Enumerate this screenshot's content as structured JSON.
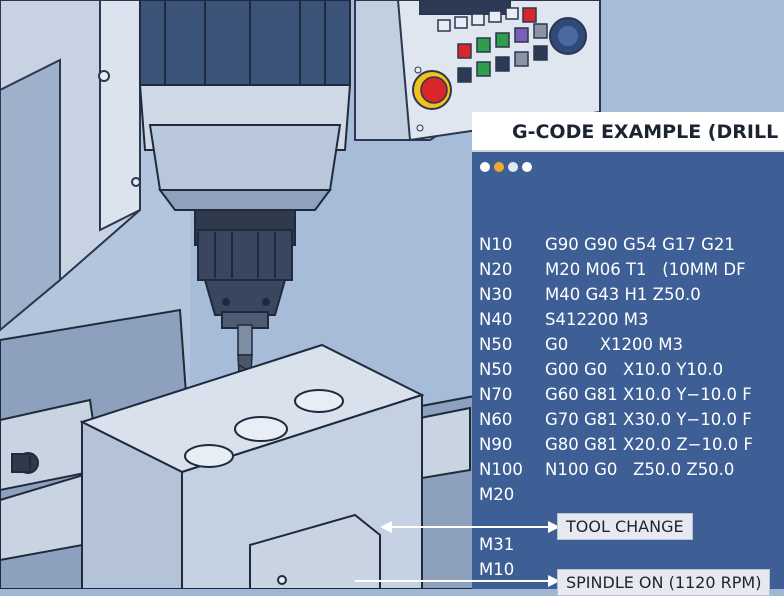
{
  "panel": {
    "title": "G-CODE EXAMPLE (DRILL",
    "window_dots": [
      "#ffffff",
      "#f0a830",
      "#dfe8f2",
      "#ffffff"
    ],
    "lines": [
      {
        "num": "N10",
        "code": "G90 G90 G54 G17 G21"
      },
      {
        "num": "N20",
        "code": "M20 M06 T1   (10MM DF"
      },
      {
        "num": "N30",
        "code": "M40 G43 H1 Z50.0"
      },
      {
        "num": "N40",
        "code": "S412200 M3"
      },
      {
        "num": "N50",
        "code": "G0      X1200 M3"
      },
      {
        "num": "N50",
        "code": "G00 G0   X10.0 Y10.0"
      },
      {
        "num": "N70",
        "code": "G60 G81 X10.0 Y−10.0 F"
      },
      {
        "num": "N60",
        "code": "G70 G81 X30.0 Y−10.0 F"
      },
      {
        "num": "N90",
        "code": "G80 G81 X20.0 Z−10.0 F"
      },
      {
        "num": "N100",
        "code": "N100 G0   Z50.0 Z50.0"
      },
      {
        "num": "M20",
        "code": ""
      },
      {
        "num": "",
        "code": ""
      },
      {
        "num": "M31",
        "code": ""
      },
      {
        "num": "M10",
        "code": ""
      }
    ]
  },
  "callouts": {
    "tool_change": "TOOL CHANGE",
    "spindle_on": "SPINDLE ON (1120 RPM)"
  },
  "colors": {
    "panel_bg": "#3d5f96",
    "background": "#9fb6d4",
    "machine_body": "#c9d4e2",
    "spindle_dark": "#2f3a4d",
    "estop_red": "#d8262b",
    "estop_ring": "#f0c21b"
  },
  "icons": [
    "emergency-stop-icon",
    "drill-bit-icon",
    "control-buttons-icon"
  ]
}
